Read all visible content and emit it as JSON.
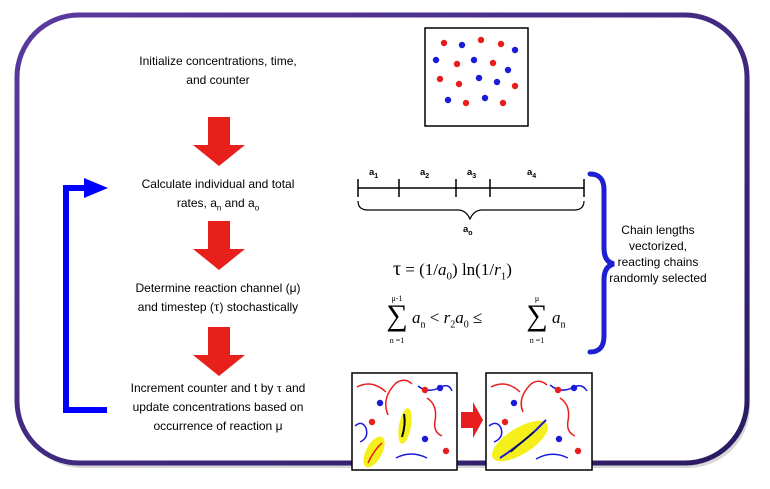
{
  "steps": {
    "s1_line1": "Initialize concentrations, time,",
    "s1_line2": "and counter",
    "s2_line1": "Calculate individual and total",
    "s2_line2_a": "rates, a",
    "s2_line2_sub1": "n",
    "s2_line2_b": " and a",
    "s2_line2_sub2": "o",
    "s3_line1": "Determine reaction channel (μ)",
    "s3_line2_a": "and timestep (",
    "s3_line2_tau": "τ",
    "s3_line2_b": ") stochastically",
    "s4_line1_a": "Increment counter and t by ",
    "s4_line1_tau": "τ",
    "s4_line1_b": " and",
    "s4_line2": "update concentrations based on",
    "s4_line3": "occurrence of reaction μ"
  },
  "rate_bar": {
    "segments": [
      {
        "base": "a",
        "sub": "1"
      },
      {
        "base": "a",
        "sub": "2"
      },
      {
        "base": "a",
        "sub": "3"
      },
      {
        "base": "a",
        "sub": "4"
      }
    ],
    "total": {
      "base": "a",
      "sub": "o"
    }
  },
  "equations": {
    "timestep": {
      "tau": "τ",
      "eq": "=",
      "rhs_1": "(1/",
      "a0": "a",
      "a0_sub": "0",
      "rhs_2": ") ln(1/",
      "r1": "r",
      "r1_sub": "1",
      "rhs_3": ")"
    },
    "selection": {
      "sum1_upper": "μ-1",
      "sum1_lower": "n =1",
      "sum2_upper": "μ",
      "sum2_lower": "n =1",
      "term_a": "a",
      "term_sub": "n",
      "lt": "<",
      "r2": "r",
      "r2_sub": "2",
      "a0": "a",
      "a0_sub": "0",
      "le": "≤",
      "sigma": "∑"
    }
  },
  "side_note": {
    "line1": "Chain lengths",
    "line2": "vectorized,",
    "line3": "reacting chains",
    "line4": "randomly selected"
  },
  "colors": {
    "frame": "#4a2a8a",
    "arrow_red": "#e8201c",
    "loop_blue": "#0000ff",
    "brace_blue": "#1f1fd1",
    "dot_red": "#e81e1e",
    "dot_blue": "#1a1ad8",
    "highlight": "#f5ef1c"
  }
}
